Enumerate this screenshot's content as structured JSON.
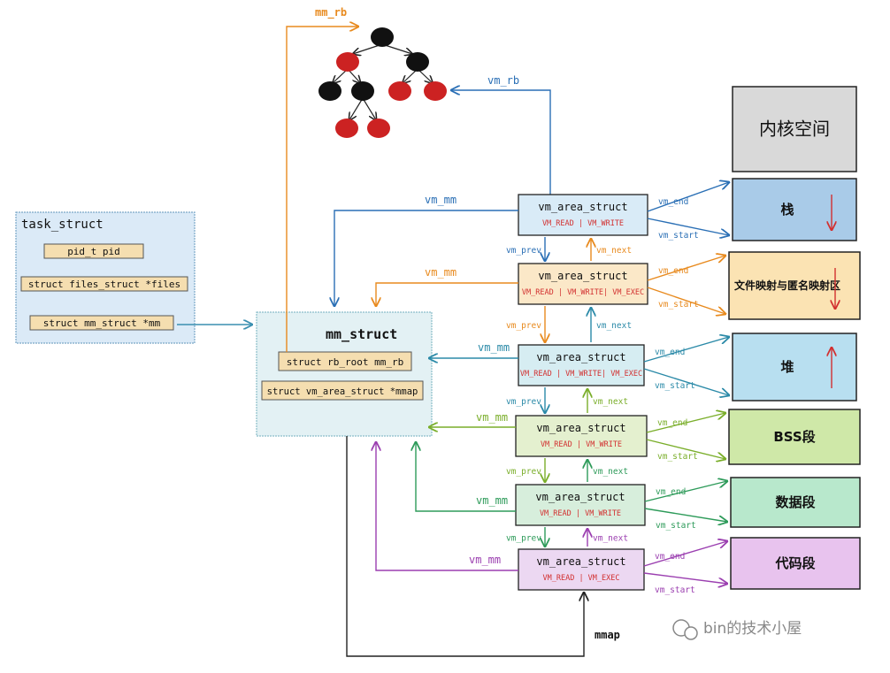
{
  "task_struct": {
    "title": "task_struct",
    "fields": [
      "pid_t  pid",
      "struct files_struct *files",
      "struct mm_struct     *mm"
    ]
  },
  "mm_struct": {
    "title": "mm_struct",
    "fields": [
      "struct rb_root mm_rb",
      "struct vm_area_struct *mmap"
    ]
  },
  "vmas": [
    {
      "title": "vm_area_struct",
      "flags": "VM_READ  |  VM_WRITE",
      "color": "#2a6fb5",
      "fill": "#d9ebf7"
    },
    {
      "title": "vm_area_struct",
      "flags": "VM_READ | VM_WRITE| VM_EXEC",
      "color": "#e88a1e",
      "fill": "#fbe8c8"
    },
    {
      "title": "vm_area_struct",
      "flags": "VM_READ | VM_WRITE| VM_EXEC",
      "color": "#2b8aa8",
      "fill": "#d6edf2"
    },
    {
      "title": "vm_area_struct",
      "flags": "VM_READ  |  VM_WRITE",
      "color": "#7aae2a",
      "fill": "#e4f0cf"
    },
    {
      "title": "vm_area_struct",
      "flags": "VM_READ  |  VM_WRITE",
      "color": "#2e9b5a",
      "fill": "#d7eedc"
    },
    {
      "title": "vm_area_struct",
      "flags": "VM_READ  |  VM_EXEC",
      "color": "#9b3fb0",
      "fill": "#ecd8f2"
    }
  ],
  "segments": [
    {
      "label": "内核空间",
      "fill": "#d9d9d9",
      "arrow": ""
    },
    {
      "label": "栈",
      "fill": "#a9cbe8",
      "arrow": "down"
    },
    {
      "label": "文件映射与匿名映射区",
      "fill": "#fbe3b3",
      "arrow": "down"
    },
    {
      "label": "堆",
      "fill": "#b8dff0",
      "arrow": "up"
    },
    {
      "label": "BSS段",
      "fill": "#cfe8a8",
      "arrow": ""
    },
    {
      "label": "数据段",
      "fill": "#b8e8cc",
      "arrow": ""
    },
    {
      "label": "代码段",
      "fill": "#e8c3ee",
      "arrow": ""
    }
  ],
  "labels": {
    "mm_rb": "mm_rb",
    "vm_rb": "vm_rb",
    "vm_mm": "vm_mm",
    "vm_prev": "vm_prev",
    "vm_next": "vm_next",
    "vm_end": "vm_end",
    "vm_start": "vm_start",
    "mmap": "mmap"
  },
  "watermark": "bin的技术小屋",
  "colors": {
    "red_node": "#cc2222",
    "black_node": "#111111",
    "task_fill": "#dbeaf7",
    "field_fill": "#f5deb0",
    "flag_text": "#d23030"
  }
}
